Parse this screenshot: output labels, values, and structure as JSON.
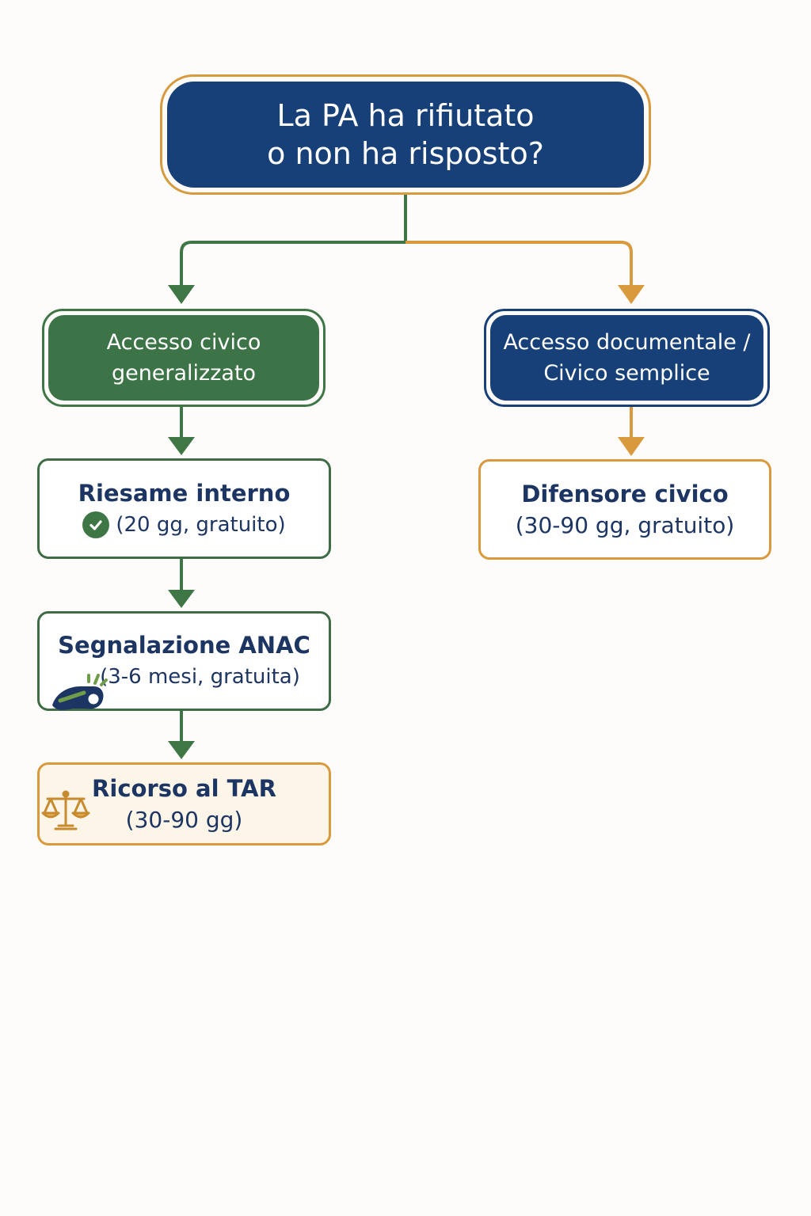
{
  "root": {
    "line1": "La PA ha rifiutato",
    "line2": "o non ha risposto?"
  },
  "branches": {
    "left": {
      "line1": "Accesso civico",
      "line2": "generalizzato"
    },
    "right": {
      "line1": "Accesso documentale /",
      "line2": "Civico semplice"
    }
  },
  "steps": {
    "riesame": {
      "title": "Riesame interno",
      "detail": "(20 gg, gratuito)",
      "icon": "check-circle-icon"
    },
    "anac": {
      "title": "Segnalazione ANAC",
      "detail": "(3-6 mesi, gratuita)",
      "icon": "whistle-icon"
    },
    "tar": {
      "title": "Ricorso al TAR",
      "detail": "(30-90 gg)",
      "icon": "scales-icon"
    },
    "difensore": {
      "title": "Difensore civico",
      "detail": "(30-90 gg, gratuito)"
    }
  },
  "colors": {
    "navy": "#173f78",
    "green": "#3d7447",
    "orange": "#d89a3c",
    "text": "#1c3563",
    "tar_fill": "#fdf6e8"
  }
}
